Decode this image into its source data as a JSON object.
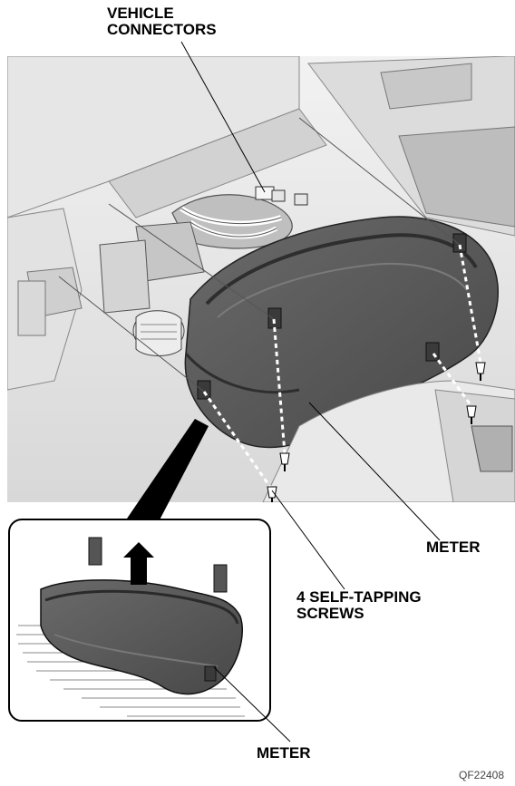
{
  "labels": {
    "vehicle_connectors": "VEHICLE\nCONNECTORS",
    "meter_main": "METER",
    "screws": "4 SELF-TAPPING\nSCREWS",
    "meter_inset": "METER",
    "figure_code": "QF22408"
  },
  "colors": {
    "line": "#000000",
    "panel_light": "#eeeeee",
    "panel_mid": "#cfcfcf",
    "meter_dark": "#5a5a5a",
    "meter_shadow": "#3a3a3a"
  }
}
